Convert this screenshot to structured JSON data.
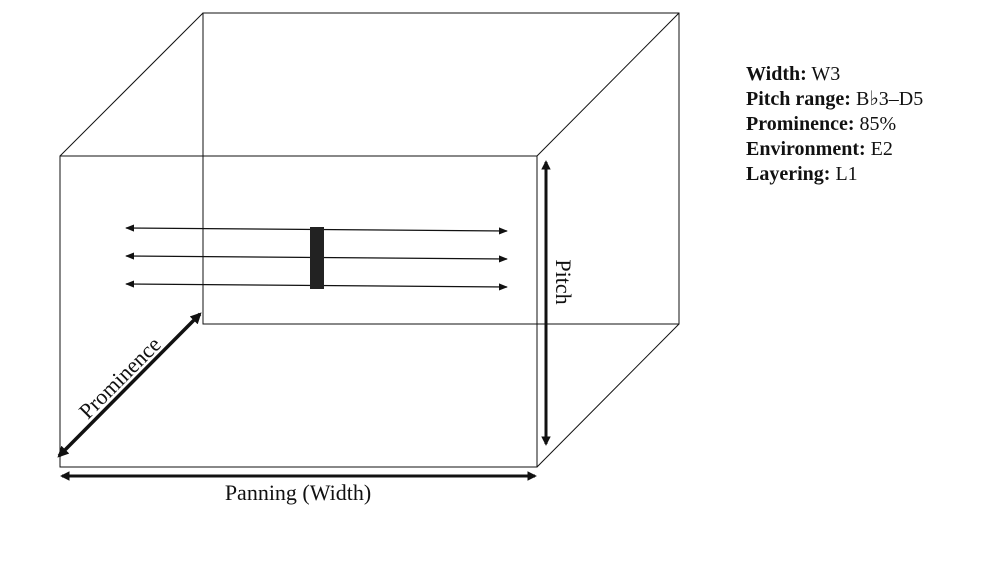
{
  "axes": {
    "panning_label": "Panning (Width)",
    "pitch_label": "Pitch",
    "prominence_label": "Prominence"
  },
  "properties": [
    {
      "key": "Width:",
      "value": "W3"
    },
    {
      "key": "Pitch range:",
      "value": "B♭3–D5"
    },
    {
      "key": "Prominence:",
      "value": "85%"
    },
    {
      "key": "Environment:",
      "value": "E2"
    },
    {
      "key": "Layering:",
      "value": "L1"
    }
  ]
}
